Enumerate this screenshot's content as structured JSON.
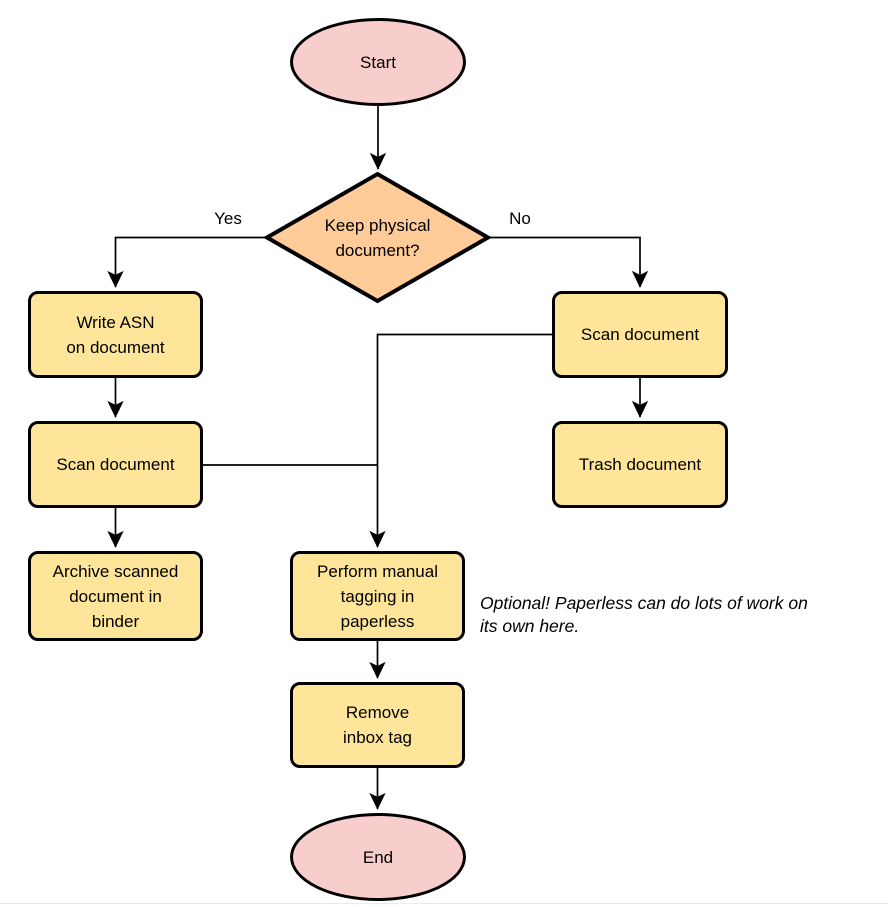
{
  "colors": {
    "node-yellow": "#FFE599",
    "node-pink": "#F8CECC",
    "node-orange": "#FFCC99",
    "stroke": "#000000",
    "background": "#FFFFFF"
  },
  "nodes": {
    "start": {
      "shape": "ellipse",
      "label": "Start"
    },
    "decision": {
      "shape": "diamond",
      "label": "Keep physical\ndocument?"
    },
    "write_asn": {
      "shape": "rect",
      "label": "Write ASN\non document"
    },
    "scan_left": {
      "shape": "rect",
      "label": "Scan document"
    },
    "archive": {
      "shape": "rect",
      "label": "Archive scanned\ndocument in\nbinder"
    },
    "scan_right": {
      "shape": "rect",
      "label": "Scan document"
    },
    "trash": {
      "shape": "rect",
      "label": "Trash document"
    },
    "tagging": {
      "shape": "rect",
      "label": "Perform manual\ntagging in\npaperless"
    },
    "remove_inbox": {
      "shape": "rect",
      "label": "Remove\ninbox tag"
    },
    "end": {
      "shape": "ellipse",
      "label": "End"
    }
  },
  "edge_labels": {
    "yes": "Yes",
    "no": "No"
  },
  "annotation": "Optional! Paperless can do lots of work on\nits own here."
}
